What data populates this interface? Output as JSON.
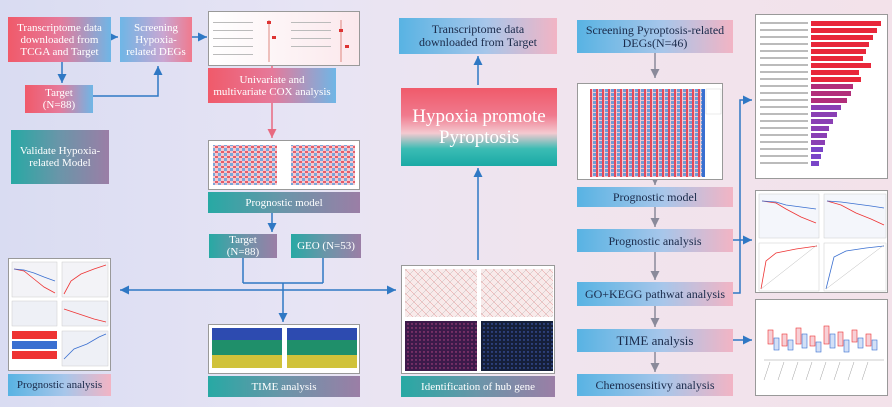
{
  "boxes": {
    "transcriptome_tcga": "Transcriptome data downloaded from TCGA and Target",
    "screening_hypoxia": "Screening Hypoxia-related DEGs",
    "target_n88_top": "Target (N=88)",
    "cox": "Univariate and multivariate COX analysis",
    "validate": "Validate Hypoxia-related Model",
    "prognostic_model_left": "Prognostic model",
    "target_n88": "Target (N=88)",
    "geo_n53": "GEO (N=53)",
    "prognostic_analysis_left": "Prognostic analysis",
    "time_analysis_left": "TIME analysis",
    "transcriptome_target": "Transcriptome data downloaded from Target",
    "center_title": "Hypoxia promote Pyroptosis",
    "hub_gene": "Identification of hub gene",
    "screening_pyroptosis": "Screening Pyroptosis-related DEGs(N=46)",
    "prognostic_model_right": "Prognostic model",
    "prognostic_analysis_right": "Prognostic analysis",
    "go_kegg": "GO+KEGG pathwat analysis",
    "time_analysis_right": "TIME analysis",
    "chemosensitivity": "Chemosensitivy analysis"
  },
  "colors": {
    "arrow_blue": "#2f78c4",
    "arrow_pink": "#e86a80",
    "arrow_gray": "#8a8a9a"
  }
}
